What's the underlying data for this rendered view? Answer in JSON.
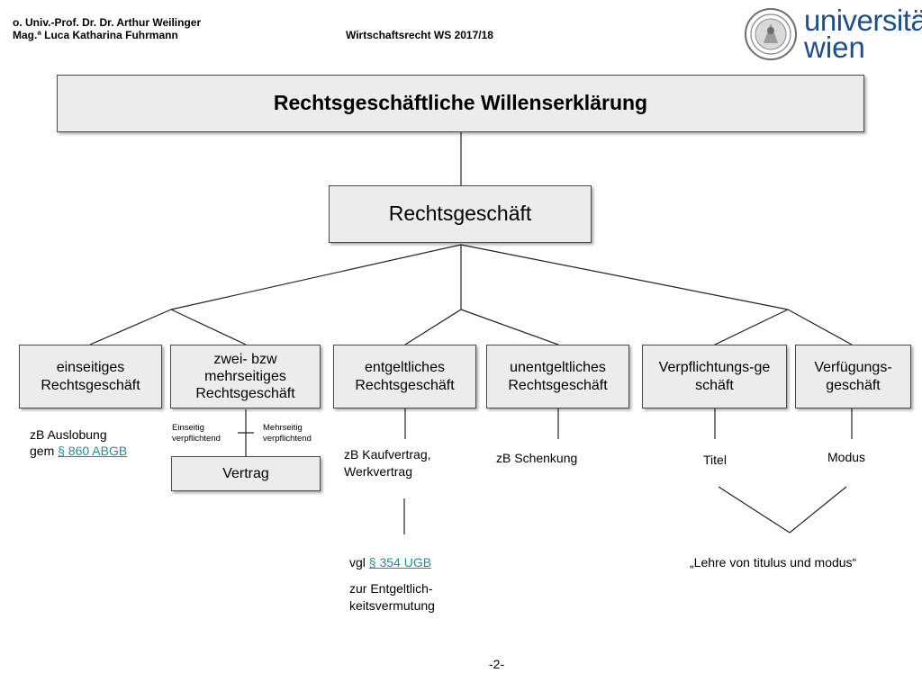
{
  "header": {
    "author_line1": "o. Univ.-Prof. Dr. Dr. Arthur Weilinger",
    "author_line2": "Mag.ª Luca Katharina Fuhrmann",
    "course": "Wirtschaftsrecht WS 2017/18"
  },
  "logo": {
    "line1": "universität",
    "line2": "wien",
    "icon": "university-seal-icon"
  },
  "diagram": {
    "title": "Rechtsgeschäftliche Willenserklärung",
    "root": "Rechtsgeschäft",
    "categories": [
      "einseitiges Rechtsgeschäft",
      "zwei- bzw mehrseitiges Rechtsgeschäft",
      "entgeltliches Rechtsgeschäft",
      "unentgeltliches Rechtsgeschäft",
      "Verpflichtungs-geschäft",
      "Verfügungs-geschäft"
    ],
    "einseitig": {
      "example_line1": "zB Auslobung",
      "example_prefix": "gem ",
      "example_link": "§ 860 ABGB"
    },
    "mehrseitig": {
      "left_label_line1": "Einseitig",
      "left_label_line2": "verpflichtend",
      "right_label_line1": "Mehrseitig",
      "right_label_line2": "verpflichtend",
      "contract": "Vertrag"
    },
    "entgeltlich": {
      "example_line1": "zB Kaufvertrag,",
      "example_line2": "Werkvertrag",
      "ref_prefix": "vgl ",
      "ref_link": "§ 354 UGB",
      "ref_line2": "zur Entgeltlich-",
      "ref_line3": "keitsvermutung"
    },
    "unentgeltlich": {
      "example": "zB Schenkung"
    },
    "verpflichtung": {
      "label": "Titel"
    },
    "verfuegung": {
      "label": "Modus"
    },
    "doctrine": "„Lehre von titulus und modus“"
  },
  "footer": {
    "page": "-2-"
  }
}
